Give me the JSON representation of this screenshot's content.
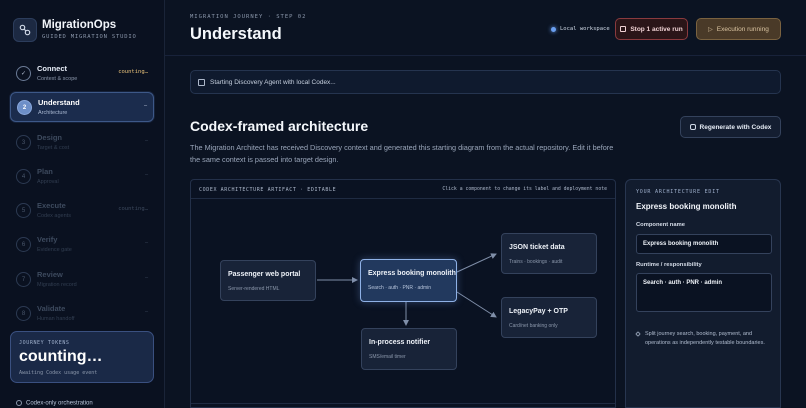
{
  "app": {
    "title": "MigrationOps",
    "subtitle": "GUIDED MIGRATION STUDIO"
  },
  "sidebar": {
    "steps": [
      {
        "num": "✓",
        "name": "Connect",
        "sub": "Context & scope",
        "status": "counting…",
        "state": "done"
      },
      {
        "num": "2",
        "name": "Understand",
        "sub": "Architecture",
        "status": "–",
        "state": "active"
      },
      {
        "num": "3",
        "name": "Design",
        "sub": "Target & cost",
        "status": "–",
        "state": "dim"
      },
      {
        "num": "4",
        "name": "Plan",
        "sub": "Approval",
        "status": "–",
        "state": "dim"
      },
      {
        "num": "5",
        "name": "Execute",
        "sub": "Codex agents",
        "status": "counting…",
        "state": "dim"
      },
      {
        "num": "6",
        "name": "Verify",
        "sub": "Evidence gate",
        "status": "–",
        "state": "dim"
      },
      {
        "num": "7",
        "name": "Review",
        "sub": "Migration record",
        "status": "–",
        "state": "dim"
      },
      {
        "num": "8",
        "name": "Validate",
        "sub": "Human handoff",
        "status": "–",
        "state": "dim"
      }
    ],
    "tokens": {
      "label": "JOURNEY TOKENS",
      "value": "counting…",
      "note": "Awaiting Codex usage event"
    },
    "footer": "Codex-only orchestration"
  },
  "header": {
    "eyebrow": "MIGRATION JOURNEY · STEP 02",
    "title": "Understand",
    "workspace": "Local workspace",
    "stop_label": "Stop 1 active run",
    "exec_label": "Execution running"
  },
  "status": {
    "text": "Starting Discovery Agent with local Codex..."
  },
  "section": {
    "title": "Codex-framed architecture",
    "description": "The Migration Architect has received Discovery context and generated this starting diagram from the actual repository. Edit it before the same context is passed into target design.",
    "regen_label": "Regenerate with Codex"
  },
  "artifact": {
    "label": "CODEX ARCHITECTURE ARTIFACT · EDITABLE",
    "hint": "Click a component to change its label and deployment note",
    "nodes": {
      "portal": {
        "title": "Passenger web portal",
        "desc": "Server-rendered HTML"
      },
      "monolith": {
        "title": "Express booking monolith",
        "desc": "Search · auth · PNR · admin"
      },
      "json": {
        "title": "JSON ticket data",
        "desc": "Trains · bookings · audit"
      },
      "legacypay": {
        "title": "LegacyPay + OTP",
        "desc": "Card/net banking only"
      },
      "notifier": {
        "title": "In-process notifier",
        "desc": "SMS/email timer"
      }
    }
  },
  "edit": {
    "label": "YOUR ARCHITECTURE EDIT",
    "heading": "Express booking monolith",
    "name_label": "Component name",
    "name_value": "Express booking monolith",
    "runtime_label": "Runtime / responsibility",
    "runtime_value": "Search · auth · PNR · admin",
    "hint": "Split journey search, booking, payment, and operations as independently testable boundaries."
  },
  "colors": {
    "background": "#0b1322",
    "accent": "#8fb1e6",
    "stop": "#8a3a3e",
    "running": "#7a6240"
  }
}
